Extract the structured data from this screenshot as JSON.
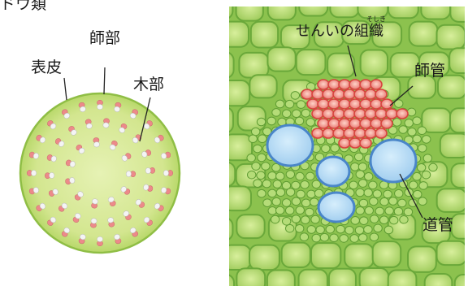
{
  "top_fragment": "ドウ類",
  "left_diagram": {
    "labels": {
      "epidermis": "表皮",
      "phloem": "師部",
      "xylem": "木部"
    }
  },
  "right_diagram": {
    "labels": {
      "fiber_tissue": "せんいの組織",
      "fiber_ruby": "そしき",
      "sieve_tube": "師管",
      "vessel": "道管"
    }
  },
  "colors": {
    "stem_fill": "#d8ea9a",
    "stem_edge": "#8fbe45",
    "phloem_red": "#e8a0a0",
    "xylem_white": "#f2f2f2",
    "cell_green": "#a9d36a",
    "cell_wall": "#6aa83a",
    "vessel_blue": "#a9d4ef",
    "vessel_edge": "#4a86c8",
    "sieve_red": "#e26a6a"
  }
}
